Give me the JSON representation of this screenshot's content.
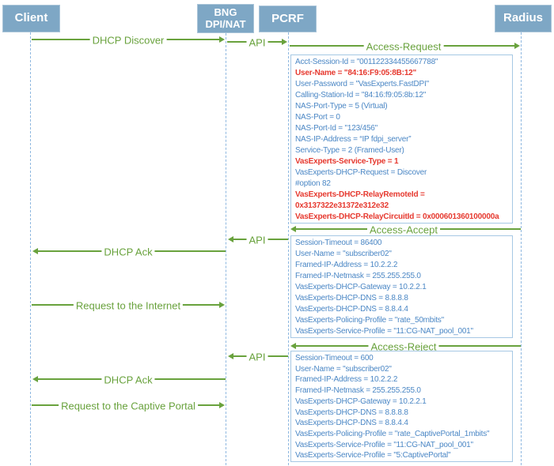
{
  "title": "DHCP Discover / RADIUS Access sequence",
  "colors": {
    "green": "#69a23d",
    "blue": "#4b87c5",
    "red": "#e6392f",
    "actor_fill": "#7ea7c5",
    "lifeline": "#8fb8e0",
    "packet_border": "#a6c8e4"
  },
  "actors": [
    {
      "id": "client",
      "lines": [
        "Client"
      ]
    },
    {
      "id": "bng",
      "lines": [
        "BNG",
        "DPI/NAT"
      ]
    },
    {
      "id": "pcrf",
      "lines": [
        "PCRF"
      ]
    },
    {
      "id": "radius",
      "lines": [
        "Radius"
      ]
    }
  ],
  "messages": [
    {
      "label": "DHCP Discover",
      "from": "client",
      "to": "bng"
    },
    {
      "label": "API",
      "from": "bng",
      "to": "pcrf"
    },
    {
      "label": "Access-Request",
      "from": "pcrf",
      "to": "radius"
    },
    {
      "label": "Access-Accept",
      "from": "radius",
      "to": "pcrf"
    },
    {
      "label": "API",
      "from": "pcrf",
      "to": "bng"
    },
    {
      "label": "DHCP Ack",
      "from": "bng",
      "to": "client"
    },
    {
      "label": "Request to the Internet",
      "from": "client",
      "to": "bng"
    },
    {
      "label": "Access-Reject",
      "from": "radius",
      "to": "pcrf"
    },
    {
      "label": "API",
      "from": "pcrf",
      "to": "bng"
    },
    {
      "label": "DHCP Ack",
      "from": "bng",
      "to": "client"
    },
    {
      "label": "Request to the Captive Portal",
      "from": "client",
      "to": "bng"
    }
  ],
  "packets": [
    {
      "message": "Access-Request",
      "lines": [
        {
          "text": "Acct-Session-Id = \"001122334455667788\"",
          "emphasis": false
        },
        {
          "text": "User-Name = \"84:16:F9:05:8B:12\"",
          "emphasis": true
        },
        {
          "text": "User-Password = \"VasExperts.FastDPI\"",
          "emphasis": false
        },
        {
          "text": "Calling-Station-Id = \"84:16:f9:05:8b:12\"",
          "emphasis": false
        },
        {
          "text": "NAS-Port-Type = 5 (Virtual)",
          "emphasis": false
        },
        {
          "text": "NAS-Port = 0",
          "emphasis": false
        },
        {
          "text": "NAS-Port-Id = \"123/456\"",
          "emphasis": false
        },
        {
          "text": "NAS-IP-Address = “IP fdpi_server”",
          "emphasis": false
        },
        {
          "text": "Service-Type = 2 (Framed-User)",
          "emphasis": false
        },
        {
          "text": "VasExperts-Service-Type = 1",
          "emphasis": true
        },
        {
          "text": "VasExperts-DHCP-Request = Discover",
          "emphasis": false
        },
        {
          "text": "#option 82",
          "emphasis": false
        },
        {
          "text": "VasExperts-DHCP-RelayRemoteId =",
          "emphasis": true
        },
        {
          "text": "0x3137322e31372e312e32",
          "emphasis": true
        },
        {
          "text": "VasExperts-DHCP-RelayCircuitId = 0x000601360100000a",
          "emphasis": true
        }
      ]
    },
    {
      "message": "Access-Accept",
      "lines": [
        {
          "text": "Session-Timeout = 86400",
          "emphasis": false
        },
        {
          "text": "User-Name = \"subscriber02\"",
          "emphasis": false
        },
        {
          "text": "Framed-IP-Address = 10.2.2.2",
          "emphasis": false
        },
        {
          "text": "Framed-IP-Netmask = 255.255.255.0",
          "emphasis": false
        },
        {
          "text": "VasExperts-DHCP-Gateway = 10.2.2.1",
          "emphasis": false
        },
        {
          "text": "VasExperts-DHCP-DNS = 8.8.8.8",
          "emphasis": false
        },
        {
          "text": "VasExperts-DHCP-DNS = 8.8.4.4",
          "emphasis": false
        },
        {
          "text": "VasExperts-Policing-Profile = \"rate_50mbits\"",
          "emphasis": false
        },
        {
          "text": "VasExperts-Service-Profile = \"11:CG-NAT_pool_001\"",
          "emphasis": false
        }
      ]
    },
    {
      "message": "Access-Reject",
      "lines": [
        {
          "text": "Session-Timeout = 600",
          "emphasis": false
        },
        {
          "text": "User-Name = \"subscriber02\"",
          "emphasis": false
        },
        {
          "text": "Framed-IP-Address = 10.2.2.2",
          "emphasis": false
        },
        {
          "text": "Framed-IP-Netmask = 255.255.255.0",
          "emphasis": false
        },
        {
          "text": "VasExperts-DHCP-Gateway = 10.2.2.1",
          "emphasis": false
        },
        {
          "text": "VasExperts-DHCP-DNS = 8.8.8.8",
          "emphasis": false
        },
        {
          "text": "VasExperts-DHCP-DNS = 8.8.4.4",
          "emphasis": false
        },
        {
          "text": "VasExperts-Policing-Profile = \"rate_CaptivePortal_1mbits\"",
          "emphasis": false
        },
        {
          "text": "VasExperts-Service-Profile = \"11:CG-NAT_pool_001\"",
          "emphasis": false
        },
        {
          "text": "VasExperts-Service-Profile = \"5:CaptivePortal\"",
          "emphasis": false
        }
      ]
    }
  ]
}
